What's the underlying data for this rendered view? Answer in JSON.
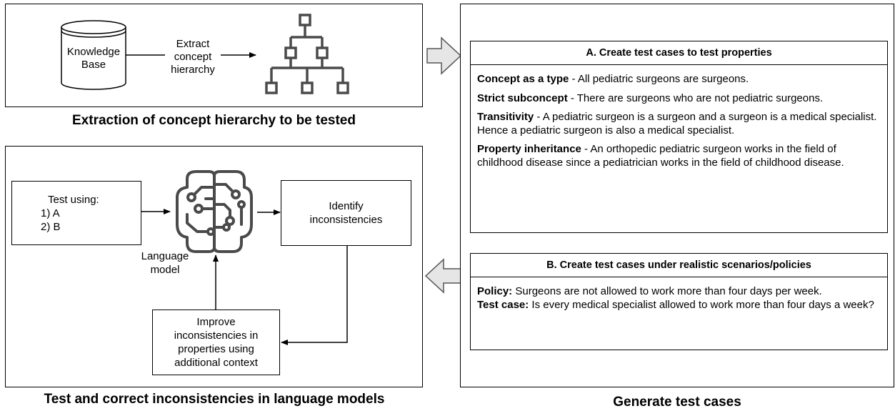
{
  "extraction": {
    "knowledge_base": "Knowledge Base",
    "edge_label": "Extract concept hierarchy",
    "icon": "hierarchy-icon",
    "caption": "Extraction of concept hierarchy to be tested"
  },
  "testing": {
    "test_using": {
      "title": "Test using:",
      "items": [
        "1) A",
        "2) B"
      ]
    },
    "model_icon": "brain-circuit-icon",
    "model_label": "Language model",
    "identify": "Identify inconsistencies",
    "improve": "Improve inconsistencies in properties using additional context",
    "caption": "Test and correct inconsistencies in language models"
  },
  "generate": {
    "section_a": {
      "title": "A. Create test cases to test properties",
      "entries": [
        {
          "term": "Concept as a type",
          "text": " - All pediatric surgeons are surgeons."
        },
        {
          "term": "Strict subconcept",
          "text": " - There are surgeons who are not pediatric surgeons."
        },
        {
          "term": "Transitivity",
          "text": " - A pediatric surgeon is a surgeon and a surgeon is a medical specialist. Hence a pediatric surgeon is also a medical specialist."
        },
        {
          "term": "Property inheritance",
          "text": " - An orthopedic pediatric surgeon works in the field of childhood disease since a pediatrician works in the field of childhood disease."
        }
      ]
    },
    "section_b": {
      "title": "B. Create test cases under realistic scenarios/policies",
      "entries": [
        {
          "term": "Policy:",
          "text": " Surgeons are not allowed to work more than four days per week."
        },
        {
          "term": "Test case:",
          "text": " Is every medical specialist allowed to work more than four days a week?"
        }
      ]
    },
    "caption": "Generate test cases"
  },
  "colors": {
    "stroke": "#000000",
    "icon": "#4a4a4a",
    "block_arrow_fill": "#e6e6e6",
    "block_arrow_stroke": "#555555"
  }
}
